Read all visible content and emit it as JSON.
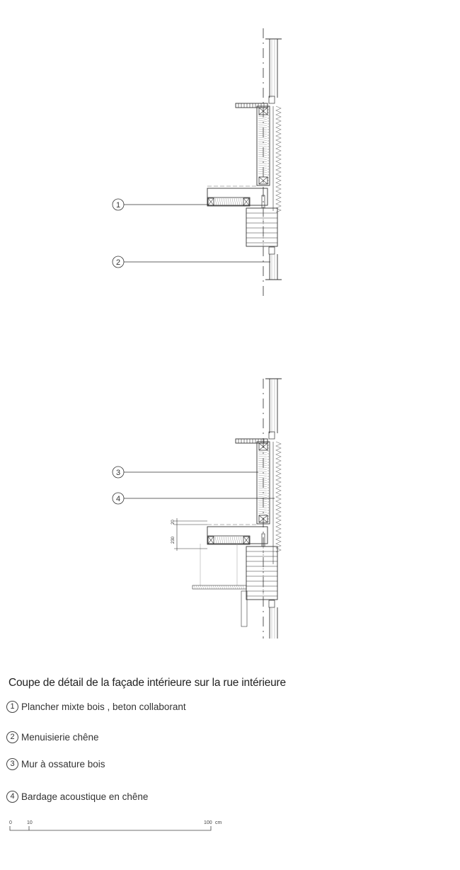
{
  "drawing": {
    "callouts": [
      {
        "num": "1"
      },
      {
        "num": "2"
      },
      {
        "num": "3"
      },
      {
        "num": "4"
      }
    ],
    "dimensions": [
      "20",
      "230"
    ],
    "line_color": "#333333",
    "hatch_color": "#888888"
  },
  "caption": {
    "title": "Coupe de détail de la façade intérieure sur la rue intérieure",
    "legend": [
      {
        "num": "1",
        "text": "Plancher mixte bois , beton collaborant"
      },
      {
        "num": "2",
        "text": "Menuisierie chêne"
      },
      {
        "num": "3",
        "text": "Mur à ossature bois"
      },
      {
        "num": "4",
        "text": "Bardage acoustique en chêne"
      }
    ]
  },
  "scale_bar": {
    "ticks": [
      "0",
      "10",
      "100"
    ],
    "unit": "cm"
  }
}
